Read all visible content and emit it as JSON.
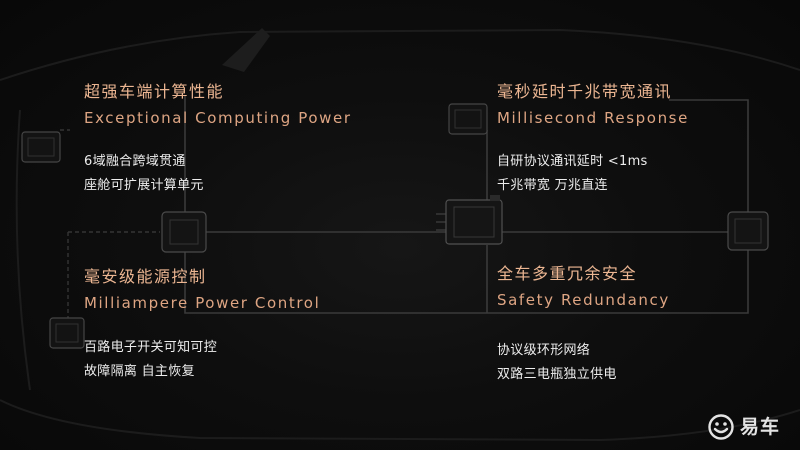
{
  "features": [
    {
      "title_zh": "超强车端计算性能",
      "title_en": "Exceptional Computing Power",
      "lines": [
        "6域融合跨域贯通",
        "座舱可扩展计算单元"
      ]
    },
    {
      "title_zh": "毫秒延时千兆带宽通讯",
      "title_en": "Millisecond Response",
      "lines": [
        "自研协议通讯延时 <1ms",
        "千兆带宽 万兆直连"
      ]
    },
    {
      "title_zh": "毫安级能源控制",
      "title_en": "Milliampere Power Control",
      "lines": [
        "百路电子开关可知可控",
        "故障隔离 自主恢复"
      ]
    },
    {
      "title_zh": "全车多重冗余安全",
      "title_en": "Safety Redundancy",
      "lines": [
        "协议级环形网络",
        "双路三电瓶独立供电"
      ]
    }
  ],
  "watermark": {
    "text": "易车",
    "icon": "yiche-logo-icon"
  },
  "colors": {
    "title_accent": "#ecb692",
    "body_text": "#ededed",
    "background": "#0b0b0b",
    "diagram_lines": "#3a3a3a"
  }
}
